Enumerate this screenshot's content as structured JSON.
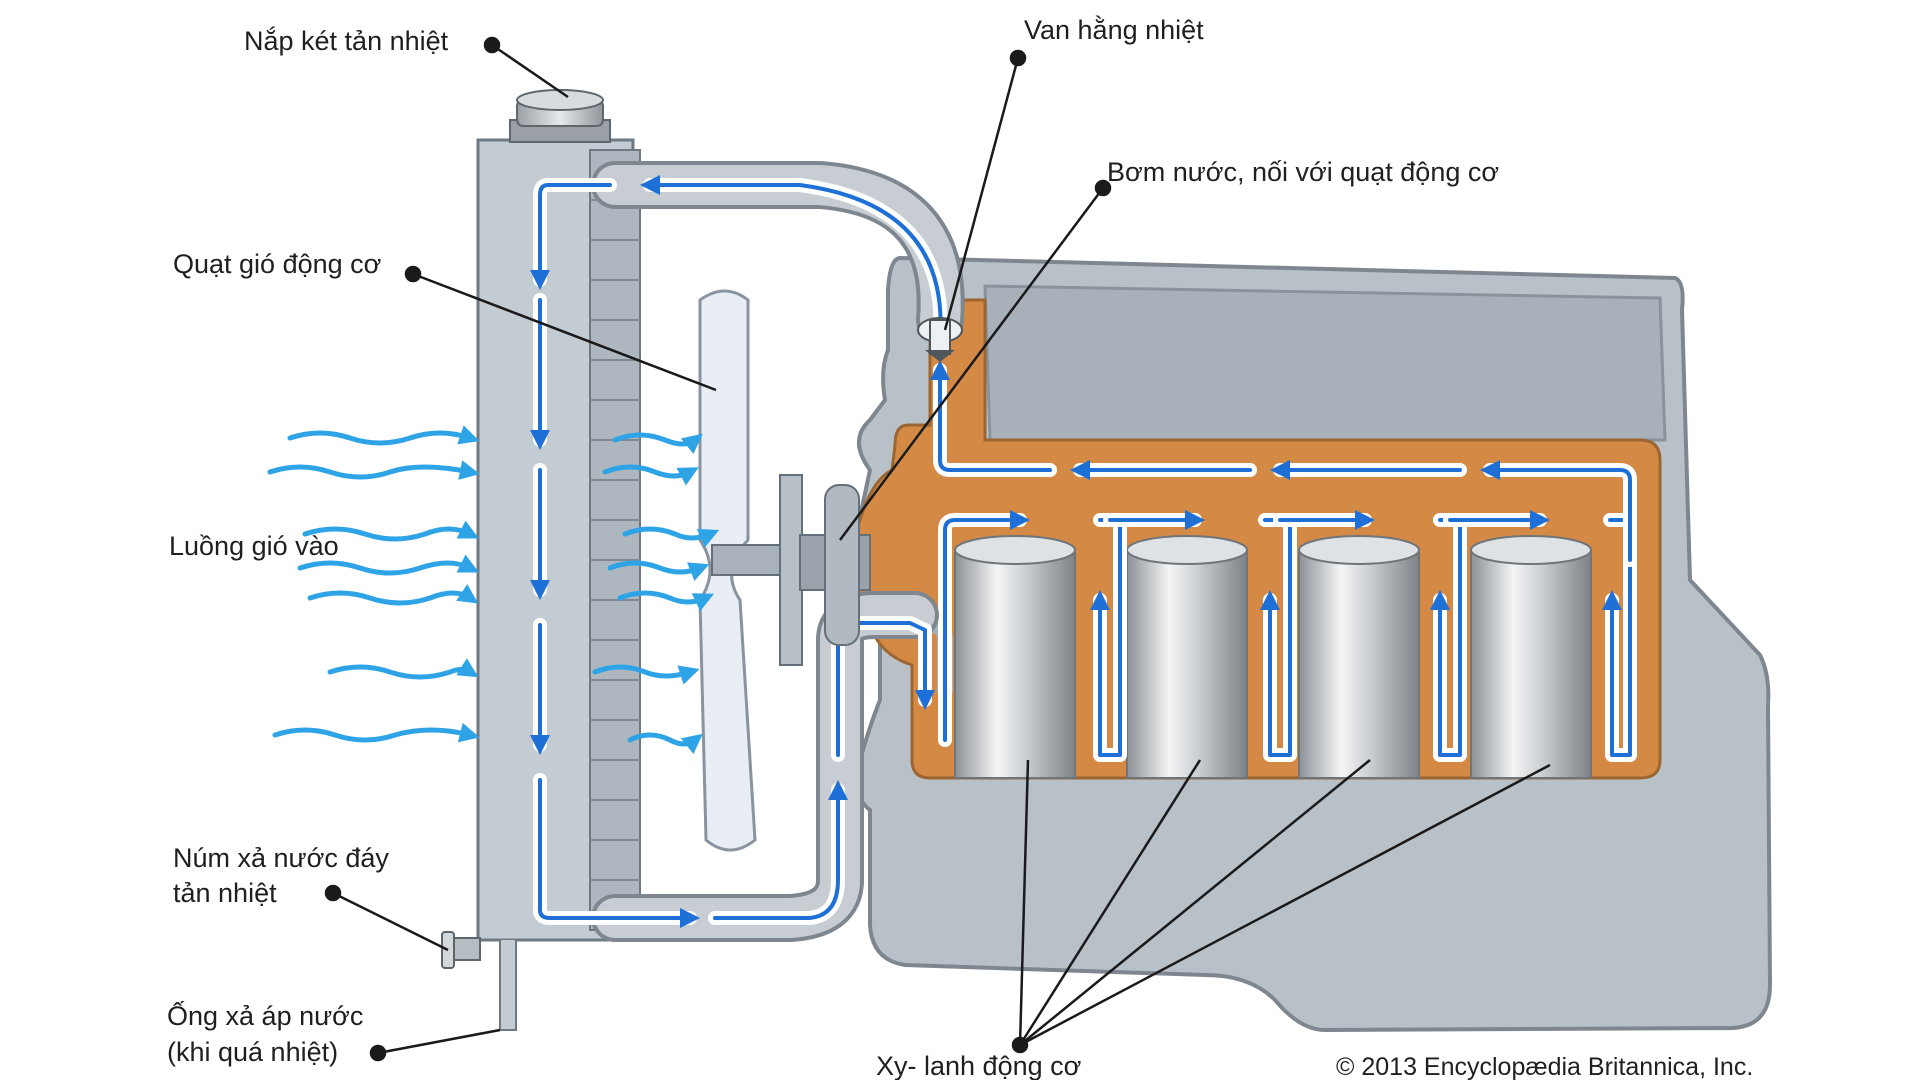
{
  "labels": {
    "radiator_cap": "Nắp két tản nhiệt",
    "thermostat": "Van hằng nhiệt",
    "water_pump": "Bơm nước, nối với quạt động cơ",
    "engine_fan": "Quạt gió động cơ",
    "air_inflow": "Luồng gió vào",
    "drain_plug_line1": "Núm xả nước đáy",
    "drain_plug_line2": "tản nhiệt",
    "overflow_line1": "Ống xả áp nước",
    "overflow_line2": "(khi quá nhiệt)",
    "cylinders": "Xy- lanh động cơ"
  },
  "copyright": "© 2013 Encyclopædia Britannica, Inc.",
  "colors": {
    "coolant_hot": "#d48a45",
    "flow_arrow": "#1e6fd6",
    "air_flow": "#2ea3e6",
    "engine_block": "#b9c1c8",
    "radiator": "#d3dae0"
  }
}
